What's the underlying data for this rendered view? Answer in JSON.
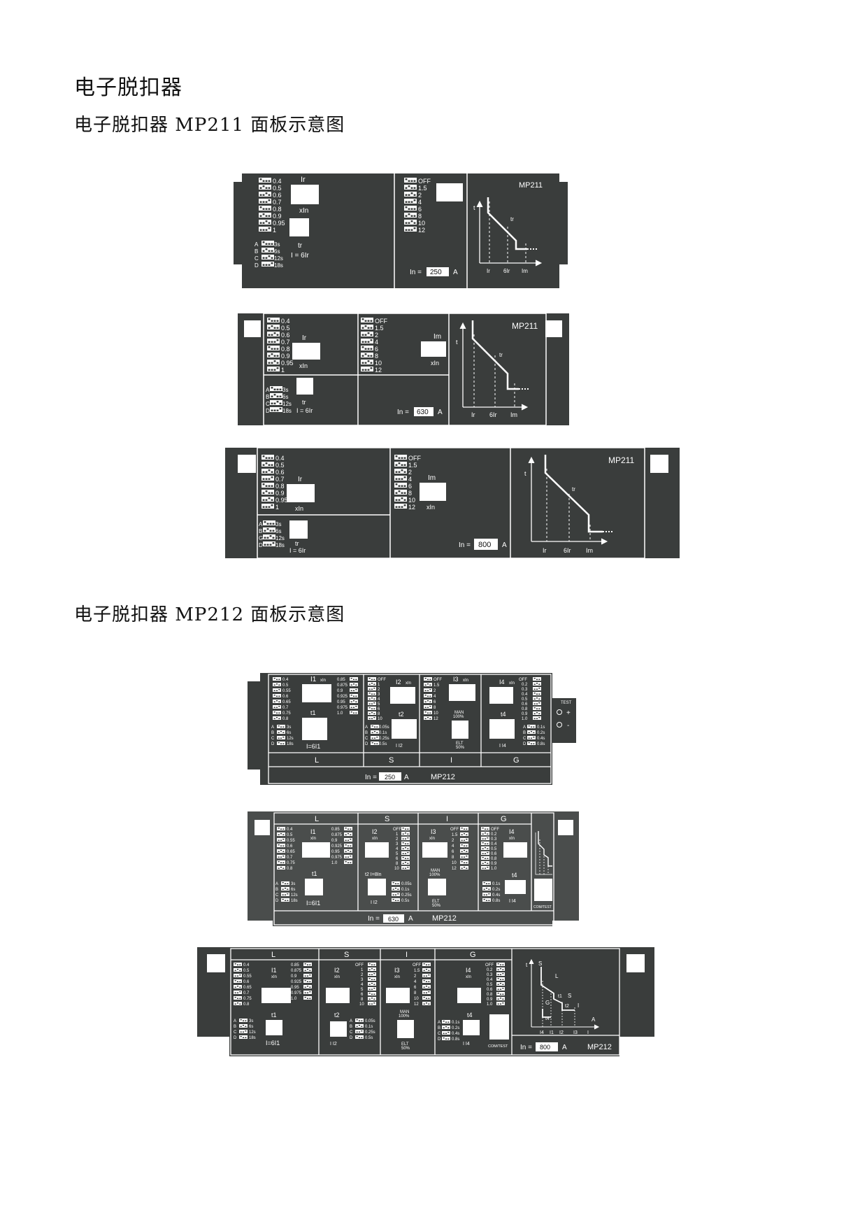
{
  "heading": "电子脱扣器",
  "sections": [
    {
      "title": "电子脱扣器 MP211 面板示意图"
    },
    {
      "title": "电子脱扣器 MP212 面板示意图"
    }
  ],
  "colors": {
    "panel": "#3a3d3c",
    "line": "#ffffff",
    "page": "#ffffff"
  },
  "mp211": {
    "model": "MP211",
    "ir_scale": [
      "0.4",
      "0.5",
      "0.6",
      "0.7",
      "0.8",
      "0.9",
      "0.95",
      "1"
    ],
    "im_scale": [
      "OFF",
      "1.5",
      "2",
      "4",
      "6",
      "8",
      "10",
      "12"
    ],
    "tr_scale": [
      {
        "k": "A",
        "v": "3s"
      },
      {
        "k": "B",
        "v": "6s"
      },
      {
        "k": "C",
        "v": "12s"
      },
      {
        "k": "D",
        "v": "18s"
      }
    ],
    "tr_scale_alt_c": "G",
    "labels": {
      "ir": "Ir",
      "im": "Im",
      "xin": "xIn",
      "tr": "tr",
      "tr_cond": "I = 6Ir",
      "in": "In =",
      "amp": "A",
      "t": "t",
      "i_ir": "Ir",
      "i_6ir": "6Ir",
      "i_im": "Im"
    },
    "ratings": [
      "250",
      "630",
      "800"
    ]
  },
  "mp212": {
    "model": "MP212",
    "sections": [
      "L",
      "S",
      "I",
      "G"
    ],
    "i1_scale": [
      "0.4",
      "0.5",
      "0.55",
      "0.6",
      "0.65",
      "0.7",
      "0.75",
      "0.8"
    ],
    "i1_fine": [
      "0.85",
      "0.875",
      "0.9",
      "0.925",
      "0.95",
      "0.975",
      "1.0"
    ],
    "i2_scale": [
      "OFF",
      "1",
      "2",
      "3",
      "4",
      "5",
      "6",
      "8",
      "10"
    ],
    "i3_scale": [
      "OFF",
      "1.5",
      "2",
      "4",
      "6",
      "8",
      "10",
      "12"
    ],
    "i4_scale": [
      "OFF",
      "0.2",
      "0.3",
      "0.4",
      "0.5",
      "0.6",
      "0.8",
      "0.9",
      "1.0"
    ],
    "t1_scale": [
      {
        "k": "A",
        "v": "3s"
      },
      {
        "k": "B",
        "v": "6s"
      },
      {
        "k": "C",
        "v": "12s"
      },
      {
        "k": "D",
        "v": "18s"
      }
    ],
    "t2_scale": [
      {
        "k": "A",
        "v": "0.05s"
      },
      {
        "k": "B",
        "v": "0.1s"
      },
      {
        "k": "C",
        "v": "0.25s"
      },
      {
        "k": "D",
        "v": "0.5s"
      }
    ],
    "t4_scale": [
      {
        "k": "A",
        "v": "0.1s"
      },
      {
        "k": "B",
        "v": "0.2s"
      },
      {
        "k": "C",
        "v": "0.4s"
      },
      {
        "k": "D",
        "v": "0.8s"
      }
    ],
    "labels": {
      "i1": "I1",
      "i2": "I2",
      "i3": "I3",
      "i4": "I4",
      "xin": "xIn",
      "t1": "t1",
      "t2": "t2",
      "t4": "t4",
      "t1_cond": "I=6I1",
      "t2_cond": "I  I2",
      "t2_alt": "t2 I=8In",
      "t4_cond": "I  I4",
      "man": "MAN",
      "man_pct": "100%",
      "elt": "ELT",
      "elt_pct": "50%",
      "test": "TEST",
      "plus": "+",
      "minus": "-",
      "comtest": "COM/TEST",
      "in": "In =",
      "amp": "A",
      "curve_t": "t",
      "curve_s": "S",
      "curve_l": "L",
      "curve_g": "G",
      "curve_i": "I",
      "curve_a": "A",
      "curve_t1": "t1",
      "curve_t2": "t2",
      "curve_t4": "t4",
      "curve_i1": "I1",
      "curve_i2": "I2",
      "curve_i3": "I3",
      "curve_i4": "I4"
    },
    "ratings": [
      "250",
      "630",
      "800"
    ]
  }
}
